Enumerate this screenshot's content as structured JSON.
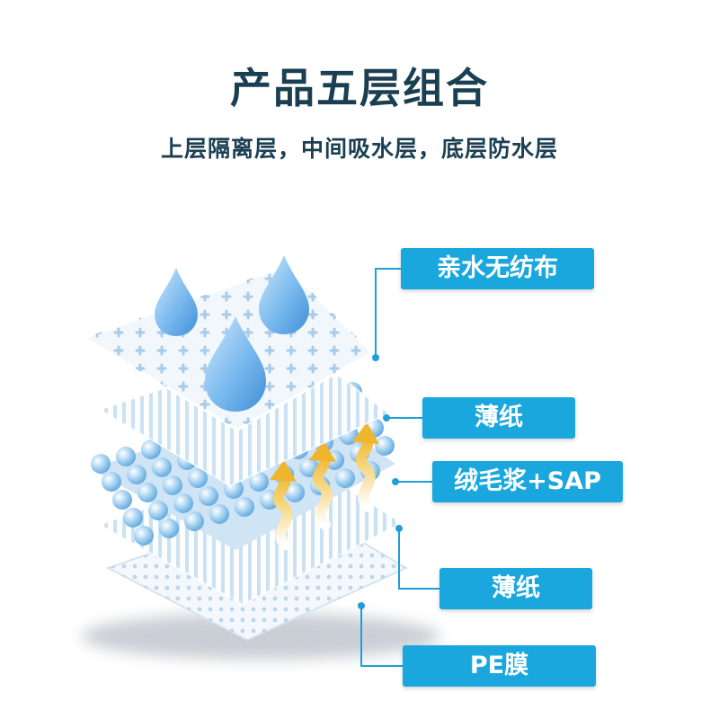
{
  "header": {
    "title": "产品五层组合",
    "subtitle": "上层隔离层，中间吸水层，底层防水层"
  },
  "layers": [
    {
      "label": "亲水无纺布"
    },
    {
      "label": "薄纸"
    },
    {
      "label": "绒毛浆+SAP"
    },
    {
      "label": "薄纸"
    },
    {
      "label": "PE膜"
    }
  ],
  "colors": {
    "accent": "#1aa7dd",
    "title_text": "#1b3f52",
    "leader_line": "#1f9fd8",
    "arrow": "#f3c044"
  }
}
